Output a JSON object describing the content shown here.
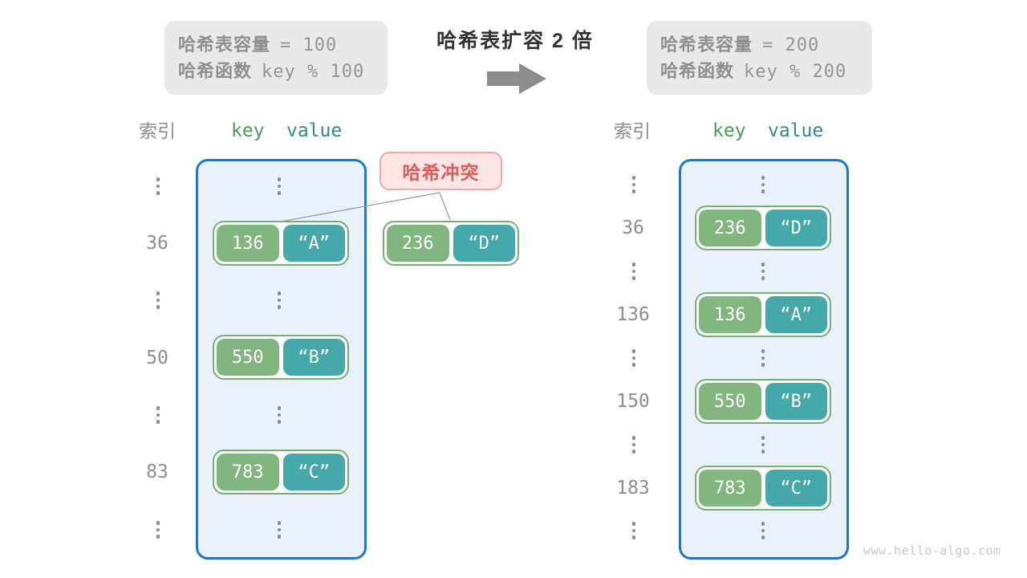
{
  "center": {
    "title": "哈希表扩容 2 倍",
    "arrow_icon": "right-block-arrow"
  },
  "left": {
    "info": {
      "capacity_label": "哈希表容量",
      "capacity_value": "= 100",
      "hash_label": "哈希函数",
      "hash_value": "key % 100"
    },
    "headers": {
      "index": "索引",
      "key": "key",
      "value": "value"
    },
    "rows": [
      {
        "kind": "dots"
      },
      {
        "kind": "pair",
        "index": "36",
        "key": "136",
        "value": "“A”"
      },
      {
        "kind": "dots"
      },
      {
        "kind": "pair",
        "index": "50",
        "key": "550",
        "value": "“B”"
      },
      {
        "kind": "dots"
      },
      {
        "kind": "pair",
        "index": "83",
        "key": "783",
        "value": "“C”"
      },
      {
        "kind": "dots"
      }
    ]
  },
  "collision": {
    "label": "哈希冲突",
    "pair": {
      "key": "236",
      "value": "“D”"
    }
  },
  "right": {
    "info": {
      "capacity_label": "哈希表容量",
      "capacity_value": "= 200",
      "hash_label": "哈希函数",
      "hash_value": "key % 200"
    },
    "headers": {
      "index": "索引",
      "key": "key",
      "value": "value"
    },
    "rows": [
      {
        "kind": "dots"
      },
      {
        "kind": "pair",
        "index": "36",
        "key": "236",
        "value": "“D”"
      },
      {
        "kind": "dots"
      },
      {
        "kind": "pair",
        "index": "136",
        "key": "136",
        "value": "“A”"
      },
      {
        "kind": "dots"
      },
      {
        "kind": "pair",
        "index": "150",
        "key": "550",
        "value": "“B”"
      },
      {
        "kind": "dots"
      },
      {
        "kind": "pair",
        "index": "183",
        "key": "783",
        "value": "“C”"
      },
      {
        "kind": "dots"
      }
    ]
  },
  "watermark": "www.hello-algo.com",
  "colors": {
    "container_bg": "#e9f2fb",
    "container_border": "#1b79c6",
    "key_green": "#81b77f",
    "value_teal": "#46a9a9",
    "pair_border": "#74b074",
    "index_gray": "#8e8e8e",
    "key_header_green": "#4d9b53",
    "value_header_teal": "#2f8b8b",
    "collision_text": "#e15b5b",
    "collision_bg": "#fce5e5",
    "collision_border": "#f0a8a8",
    "info_box_bg": "#e9e9e9",
    "info_text_gray": "#919191",
    "title_text": "#333333",
    "arrow_gray": "#8c8c8c",
    "watermark_gray": "#c9c9c9"
  }
}
